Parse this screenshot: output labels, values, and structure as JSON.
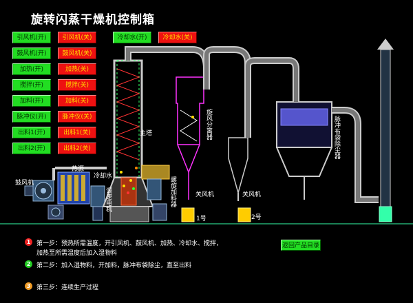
{
  "title": "旋转闪蒸干燥机控制箱",
  "controls": {
    "draft_fan_on": "引风机(开)",
    "draft_fan_off": "引风机(关)",
    "blower_on": "鼓风机(开)",
    "blower_off": "鼓风机(关)",
    "heat_on": "加热(开)",
    "heat_off": "加热(关)",
    "stir_on": "搅拌(开)",
    "stir_off": "搅拌(关)",
    "feed_on": "加料(开)",
    "feed_off": "加料(关)",
    "pulse_on": "脉冲仪(开)",
    "pulse_off": "脉冲仪(关)",
    "out1_on": "出料1(开)",
    "out1_off": "出料1(关)",
    "out2_on": "出料2(开)",
    "out2_off": "出料2(关)",
    "cool_on": "冷却水(开)",
    "cool_off": "冷却水(关)"
  },
  "labels": {
    "blower": "鼓风机",
    "heat_source": "热源",
    "cooling_water": "冷却水",
    "main_tower": "主塔",
    "speed_motor": "调速电机",
    "screw_feeder": "螺旋加料器",
    "cyclone": "旋风分离器",
    "bag_filter": "脉冲布袋除尘器",
    "rotary_valve_1": "关风机",
    "rotary_valve_2": "关风机",
    "no1": "1号",
    "no2": "2号"
  },
  "steps": [
    {
      "num": "1",
      "color": "#ee2222",
      "line1": "第一步：预热所需温度，开引风机、鼓风机、加热、冷却水、搅拌，",
      "line2": "加热至所需温度后加入湿物料"
    },
    {
      "num": "2",
      "color": "#22cc22",
      "line1": "第二步：加入湿物料，开加料，脉冲布袋除尘，直至出料"
    },
    {
      "num": "3",
      "color": "#ee9922",
      "line1": "第三步：连续生产过程"
    }
  ],
  "return_label": "返回产品目录",
  "colors": {
    "on": "#22dd22",
    "off": "#ee1111",
    "pipe": "#cccccc",
    "outline": "#ff33ff",
    "base": "#33ffaa"
  }
}
